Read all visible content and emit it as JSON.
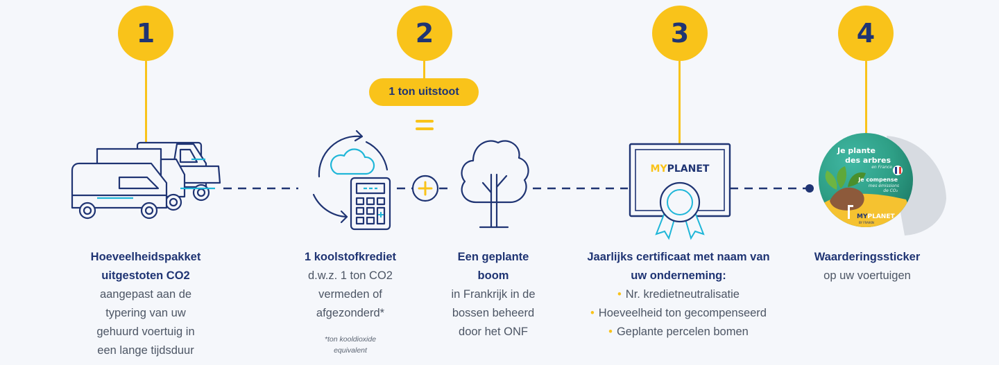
{
  "steps": [
    {
      "number": "1",
      "caption": {
        "title": [
          "Hoeveelheidspakket",
          "uitgestoten CO2"
        ],
        "body": [
          "aangepast aan de",
          "typering van uw",
          "gehuurd voertuig in",
          "een lange tijdsduur"
        ]
      }
    },
    {
      "number": "2",
      "badge": "1 ton uitstoot",
      "caption_credit": {
        "title": [
          "1 koolstofkrediet"
        ],
        "body": [
          "d.w.z. 1 ton CO2",
          "vermeden of",
          "afgezonderd*"
        ]
      },
      "footnote": [
        "*ton kooldioxide",
        "equivalent"
      ],
      "caption_tree": {
        "title": [
          "Een geplante",
          "boom"
        ],
        "body": [
          "in Frankrijk in de",
          "bossen beheerd",
          "door het ONF"
        ]
      }
    },
    {
      "number": "3",
      "certificate_logo": {
        "part1": "MY",
        "part2": "PLANET"
      },
      "caption": {
        "title": [
          "Jaarlijks certificaat met naam van",
          "uw onderneming:"
        ],
        "bullets": [
          "Nr. kredietneutralisatie",
          "Hoeveelheid ton gecompenseerd",
          "Geplante percelen bomen"
        ]
      }
    },
    {
      "number": "4",
      "caption": {
        "title": [
          "Waarderingssticker"
        ],
        "body": [
          "op uw voertuigen"
        ]
      },
      "sticker": {
        "line1": "Je plante",
        "line2": "des arbres",
        "line3": "en France",
        "line4": "Je compense",
        "line5": "mes émissions",
        "line6": "de CO₂",
        "brand1": "MY",
        "brand2": "PLANET",
        "brand_sub": "BY FRAIKIN"
      }
    }
  ],
  "colors": {
    "navy": "#1f3473",
    "yellow": "#f9c31a",
    "cyan": "#1fb6d8",
    "text": "#4c5564"
  },
  "icons": [
    "trucks-icon",
    "calculator-cloud-icon",
    "plus-icon",
    "tree-icon",
    "certificate-icon",
    "sticker-icon"
  ]
}
